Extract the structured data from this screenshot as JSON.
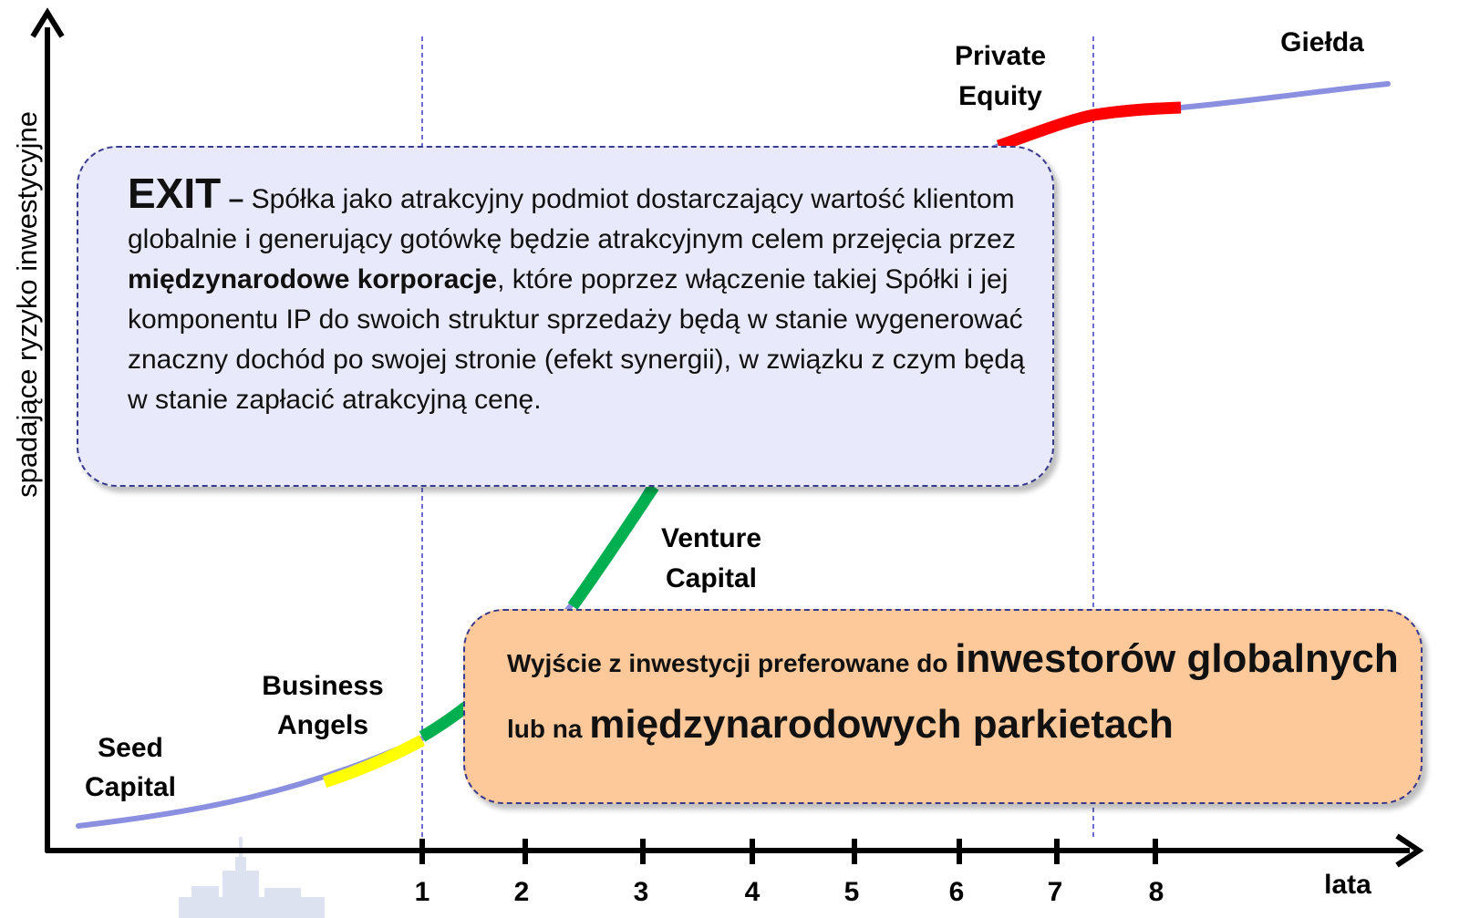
{
  "axes": {
    "y_label": "spadające ryzyko inwestycyjne",
    "x_label": "lata",
    "x_ticks": [
      "1",
      "2",
      "3",
      "4",
      "5",
      "6",
      "7",
      "8"
    ]
  },
  "stages": {
    "seed": [
      "Seed",
      "Capital"
    ],
    "angels": [
      "Business",
      "Angels"
    ],
    "venture": [
      "Venture",
      "Capital"
    ],
    "private_equity": [
      "Private",
      "Equity"
    ],
    "exchange": "Giełda"
  },
  "exit_box": {
    "title": "EXIT",
    "dash": " – ",
    "text_1": "Spółka jako atrakcyjny podmiot dostarczający  wartość klientom globalnie i generujący gotówkę będzie atrakcyjnym celem przejęcia przez ",
    "bold": "międzynarodowe korporacje",
    "text_2": ", które poprzez włączenie takiej Spółki i jej komponentu IP do swoich struktur sprzedaży będą w stanie wygenerować znaczny dochód po swojej stronie (efekt synergii), w związku z czym będą w stanie zapłacić atrakcyjną cenę."
  },
  "global_box": {
    "part_1": "Wyjście z inwestycji preferowane do ",
    "part_2": "inwestorów globalnych",
    "part_3": " lub na ",
    "part_4": "międzynarodowych parkietach"
  },
  "colors": {
    "base_curve": "#8b8fe0",
    "seed": "#8b8fe0",
    "angels": "#ffff00",
    "venture": "#00b050",
    "private_equity": "#ff0000",
    "exit_fill": "#e8e9fa",
    "global_fill": "#fdc99a",
    "guide_lines": "#3b3bc0"
  },
  "icons": {
    "axis_arrows": "arrow-head",
    "skyline": "city-skyline-watermark"
  }
}
